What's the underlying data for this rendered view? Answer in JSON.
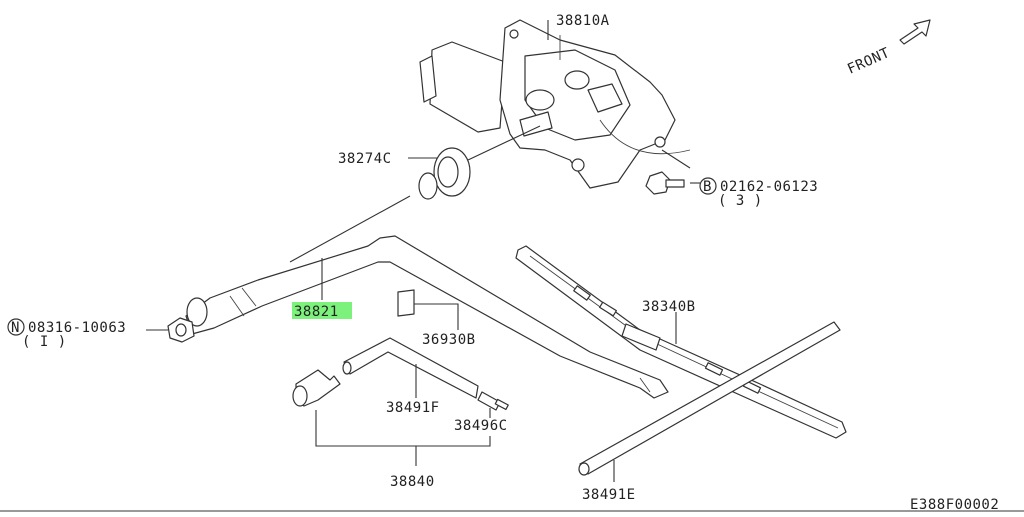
{
  "diagram": {
    "title_code": "E388F00002",
    "direction_label": "FRONT",
    "highlight_color": "#7CF27C",
    "parts": [
      {
        "id": "motor",
        "label": "38810A",
        "highlighted": false
      },
      {
        "id": "grommet",
        "label": "38274C",
        "highlighted": false
      },
      {
        "id": "bolt",
        "label": "02162-06123",
        "prefix": "B",
        "qty": "( 3 )",
        "highlighted": false
      },
      {
        "id": "nut",
        "label": "08316-10063",
        "prefix": "N",
        "qty": "( I )",
        "highlighted": false
      },
      {
        "id": "arm",
        "label": "38821",
        "highlighted": true
      },
      {
        "id": "cap",
        "label": "36930B",
        "highlighted": false
      },
      {
        "id": "blade",
        "label": "38340B",
        "highlighted": false
      },
      {
        "id": "hose",
        "label": "38491F",
        "highlighted": false
      },
      {
        "id": "nozzle",
        "label": "38496C",
        "highlighted": false
      },
      {
        "id": "kit",
        "label": "38840",
        "highlighted": false
      },
      {
        "id": "tube",
        "label": "38491E",
        "highlighted": false
      }
    ]
  }
}
